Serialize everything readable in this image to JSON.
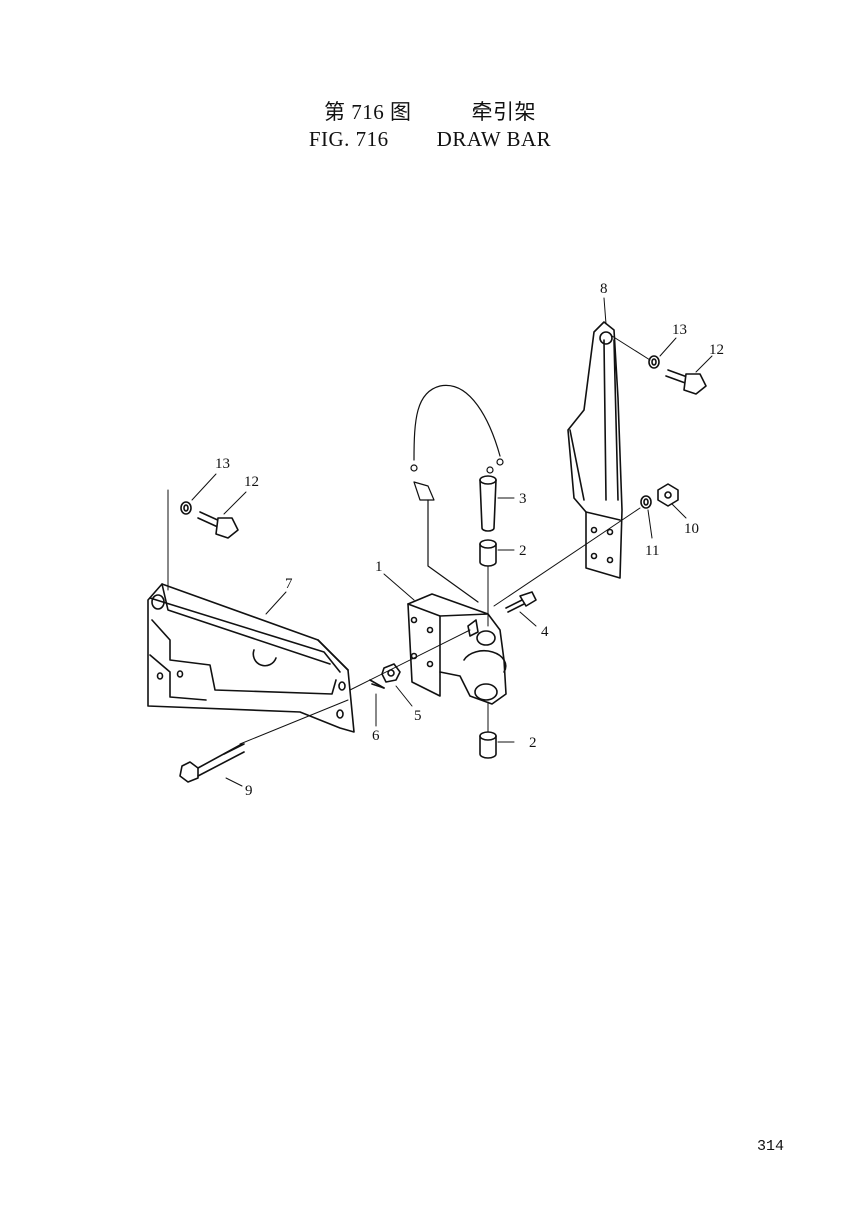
{
  "header": {
    "fig_cn": "第 716 图",
    "title_cn": "牵引架",
    "fig_en": "FIG. 716",
    "title_en": "DRAW BAR"
  },
  "callouts": [
    "1",
    "2",
    "2",
    "3",
    "4",
    "5",
    "6",
    "7",
    "8",
    "9",
    "10",
    "11",
    "12",
    "12",
    "13",
    "13"
  ],
  "page_number": "314"
}
